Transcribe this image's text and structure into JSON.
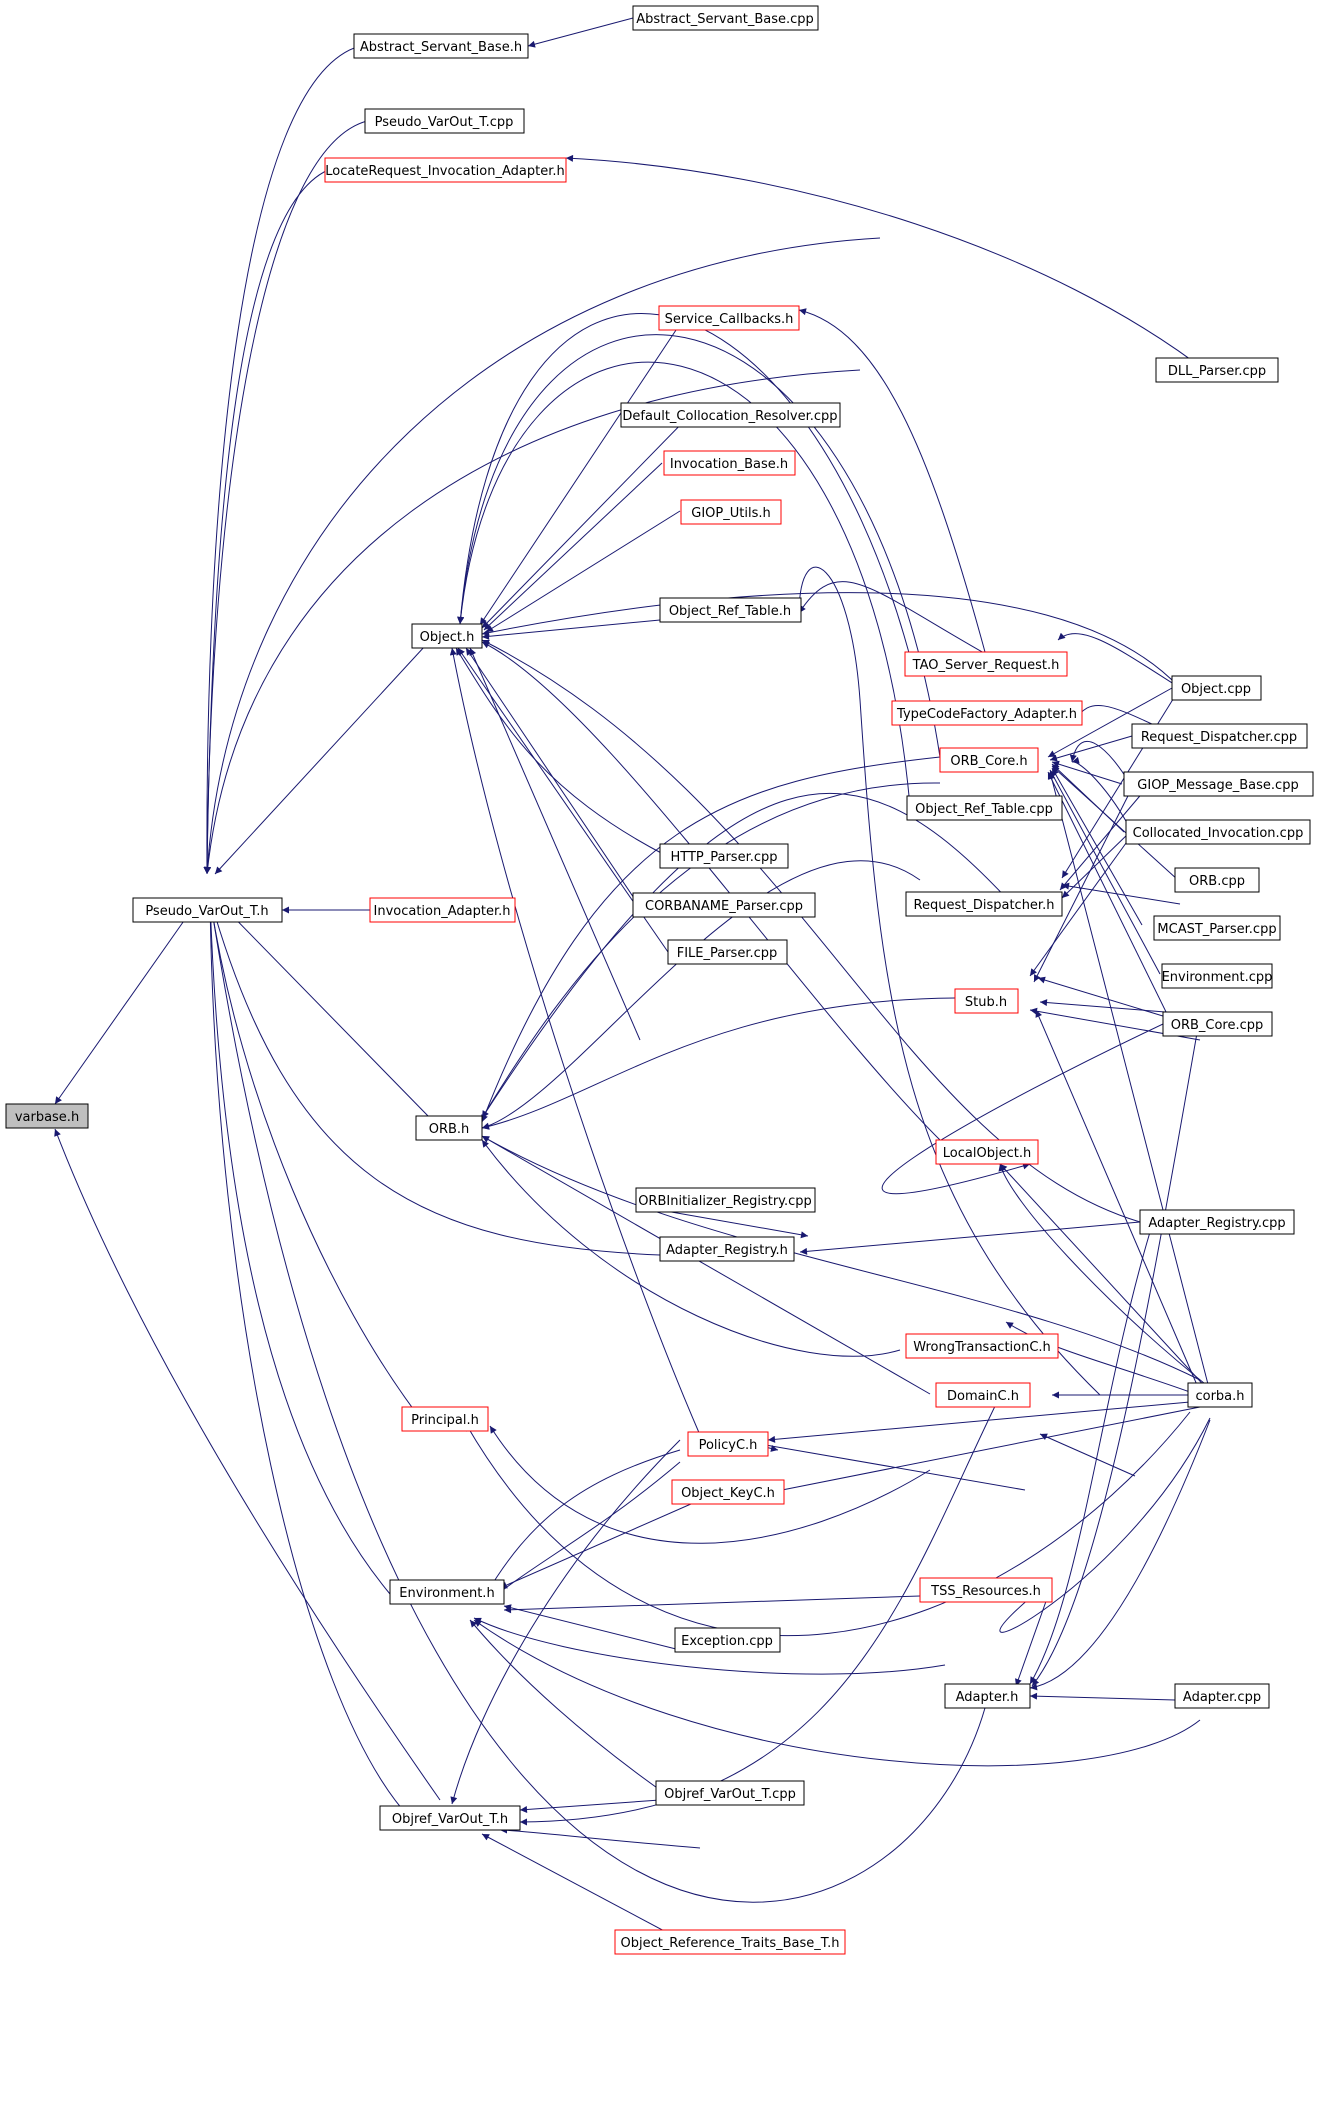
{
  "graph": {
    "edge_color": "#191970",
    "root_fill": "#bfbfbf",
    "node_fill": "#ffffff",
    "border_black": "#000000",
    "border_red": "#ff0000",
    "nodes": [
      {
        "id": "varbase",
        "label": "varbase.h",
        "border": "black",
        "root": true
      },
      {
        "id": "pvh",
        "label": "Pseudo_VarOut_T.h",
        "border": "black"
      },
      {
        "id": "asb",
        "label": "Abstract_Servant_Base.h",
        "border": "black"
      },
      {
        "id": "asbcpp",
        "label": "Abstract_Servant_Base.cpp",
        "border": "black"
      },
      {
        "id": "pvcpp",
        "label": "Pseudo_VarOut_T.cpp",
        "border": "black"
      },
      {
        "id": "lria",
        "label": "LocateRequest_Invocation_Adapter.h",
        "border": "red"
      },
      {
        "id": "sc",
        "label": "Service_Callbacks.h",
        "border": "red"
      },
      {
        "id": "dcr",
        "label": "Default_Collocation_Resolver.cpp",
        "border": "black"
      },
      {
        "id": "ib",
        "label": "Invocation_Base.h",
        "border": "red"
      },
      {
        "id": "gu",
        "label": "GIOP_Utils.h",
        "border": "red"
      },
      {
        "id": "objh",
        "label": "Object.h",
        "border": "black"
      },
      {
        "id": "ort",
        "label": "Object_Ref_Table.h",
        "border": "black"
      },
      {
        "id": "dll",
        "label": "DLL_Parser.cpp",
        "border": "black"
      },
      {
        "id": "tsr",
        "label": "TAO_Server_Request.h",
        "border": "red"
      },
      {
        "id": "tcfa",
        "label": "TypeCodeFactory_Adapter.h",
        "border": "red"
      },
      {
        "id": "objcpp",
        "label": "Object.cpp",
        "border": "black"
      },
      {
        "id": "orbcoreh",
        "label": "ORB_Core.h",
        "border": "red"
      },
      {
        "id": "rdcpp",
        "label": "Request_Dispatcher.cpp",
        "border": "black"
      },
      {
        "id": "gmb",
        "label": "GIOP_Message_Base.cpp",
        "border": "black"
      },
      {
        "id": "ortcpp",
        "label": "Object_Ref_Table.cpp",
        "border": "black"
      },
      {
        "id": "ci",
        "label": "Collocated_Invocation.cpp",
        "border": "black"
      },
      {
        "id": "http",
        "label": "HTTP_Parser.cpp",
        "border": "black"
      },
      {
        "id": "orbcpp",
        "label": "ORB.cpp",
        "border": "black"
      },
      {
        "id": "ia",
        "label": "Invocation_Adapter.h",
        "border": "red"
      },
      {
        "id": "cnp",
        "label": "CORBANAME_Parser.cpp",
        "border": "black"
      },
      {
        "id": "rdh",
        "label": "Request_Dispatcher.h",
        "border": "black"
      },
      {
        "id": "mcast",
        "label": "MCAST_Parser.cpp",
        "border": "black"
      },
      {
        "id": "file",
        "label": "FILE_Parser.cpp",
        "border": "black"
      },
      {
        "id": "env",
        "label": "Environment.cpp",
        "border": "black"
      },
      {
        "id": "stub",
        "label": "Stub.h",
        "border": "red"
      },
      {
        "id": "orbcorecpp",
        "label": "ORB_Core.cpp",
        "border": "black"
      },
      {
        "id": "orbh",
        "label": "ORB.h",
        "border": "black"
      },
      {
        "id": "lo",
        "label": "LocalObject.h",
        "border": "red"
      },
      {
        "id": "oir",
        "label": "ORBInitializer_Registry.cpp",
        "border": "black"
      },
      {
        "id": "arcpp",
        "label": "Adapter_Registry.cpp",
        "border": "black"
      },
      {
        "id": "arh",
        "label": "Adapter_Registry.h",
        "border": "black"
      },
      {
        "id": "wtc",
        "label": "WrongTransactionC.h",
        "border": "red"
      },
      {
        "id": "domc",
        "label": "DomainC.h",
        "border": "red"
      },
      {
        "id": "corba",
        "label": "corba.h",
        "border": "black"
      },
      {
        "id": "princ",
        "label": "Principal.h",
        "border": "red"
      },
      {
        "id": "polc",
        "label": "PolicyC.h",
        "border": "red"
      },
      {
        "id": "okc",
        "label": "Object_KeyC.h",
        "border": "red"
      },
      {
        "id": "envh",
        "label": "Environment.h",
        "border": "black"
      },
      {
        "id": "tss",
        "label": "TSS_Resources.h",
        "border": "red"
      },
      {
        "id": "exc",
        "label": "Exception.cpp",
        "border": "black"
      },
      {
        "id": "adh",
        "label": "Adapter.h",
        "border": "black"
      },
      {
        "id": "adcpp",
        "label": "Adapter.cpp",
        "border": "black"
      },
      {
        "id": "ovcpp",
        "label": "Objref_VarOut_T.cpp",
        "border": "black"
      },
      {
        "id": "ovh",
        "label": "Objref_VarOut_T.h",
        "border": "black"
      },
      {
        "id": "orbt",
        "label": "Object_Reference_Traits_Base_T.h",
        "border": "red"
      }
    ]
  }
}
